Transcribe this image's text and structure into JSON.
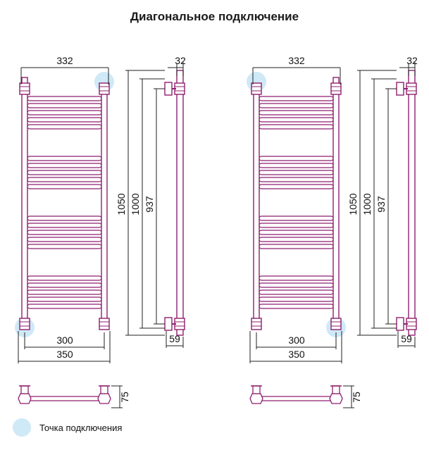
{
  "title": "Диагональное подключение",
  "legend": {
    "label": "Точка подключения"
  },
  "colors": {
    "pipe": "#8e1f6f",
    "line": "#222222",
    "connection": "#cfe9f7"
  },
  "diagrams": [
    {
      "id": "left",
      "dims": {
        "width_top": "332",
        "depth": "32",
        "height_total": "1050",
        "height_mid": "1000",
        "height_axis": "937",
        "offset": "59",
        "width_axis": "300",
        "width_total": "350",
        "bottom_depth": "75"
      }
    },
    {
      "id": "right",
      "dims": {
        "width_top": "332",
        "depth": "32",
        "height_total": "1050",
        "height_mid": "1000",
        "height_axis": "937",
        "offset": "59",
        "width_axis": "300",
        "width_total": "350",
        "bottom_depth": "75"
      }
    }
  ]
}
